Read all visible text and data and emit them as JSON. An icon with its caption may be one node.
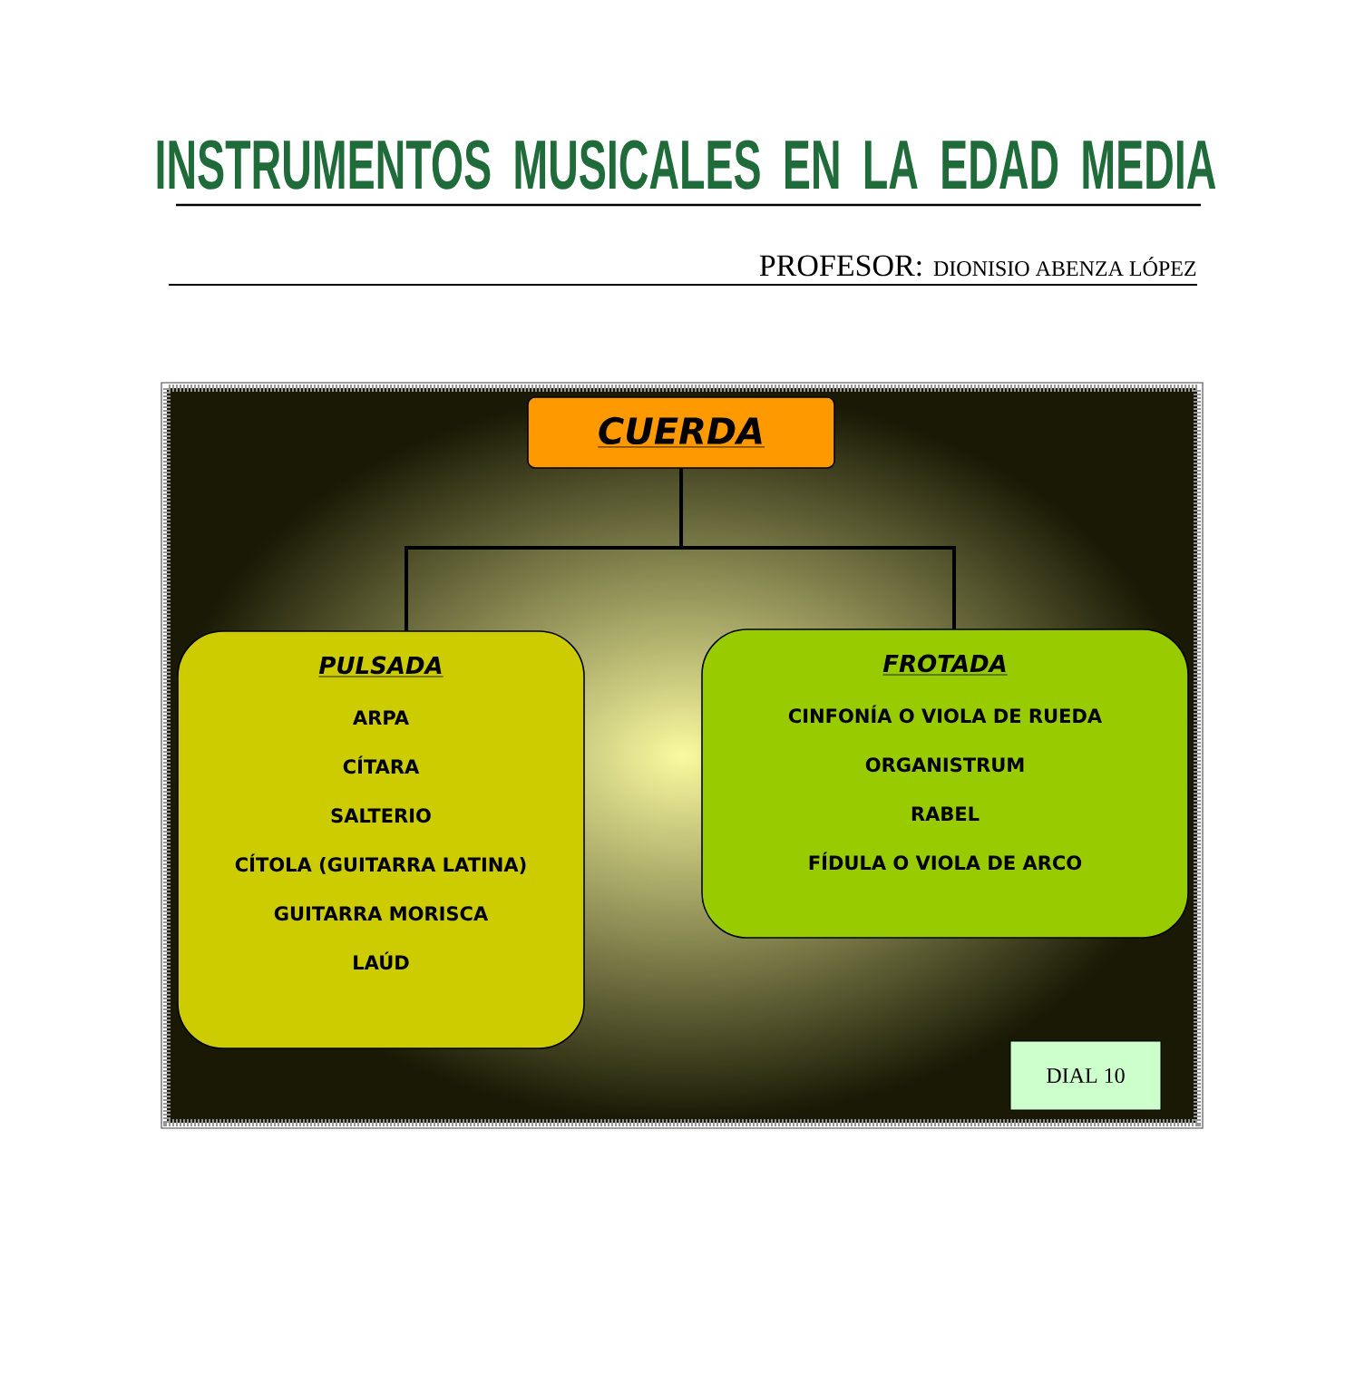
{
  "diagram": {
    "title": "INSTRUMENTOS MUSICALES EN LA EDAD MEDIA",
    "nodes": [
      {
        "text": [
          "CUERDA"
        ]
      },
      {
        "text": [
          "PULSADA",
          "ARPA",
          "CÍTARA",
          "SALTERIO",
          "CÍTOLA (GUITARRA LATINA)",
          "GUITARRA  MORISCA",
          "LAÚD"
        ]
      },
      {
        "text": [
          "FROTADA",
          "CINFONÍA O VIOLA DE RUEDA",
          "ORGANISTRUM",
          "RABEL",
          "FÍDULA O VIOLA DE ARCO"
        ]
      },
      {
        "text": [
          "DIAL 10"
        ]
      }
    ],
    "edges": [
      {
        "from": 0,
        "to": 1,
        "arrow": "none"
      },
      {
        "from": 0,
        "to": 2,
        "arrow": "none"
      }
    ],
    "labels": [
      "PROFESOR:",
      "DIONISIO ABENZA LÓPEZ"
    ]
  }
}
